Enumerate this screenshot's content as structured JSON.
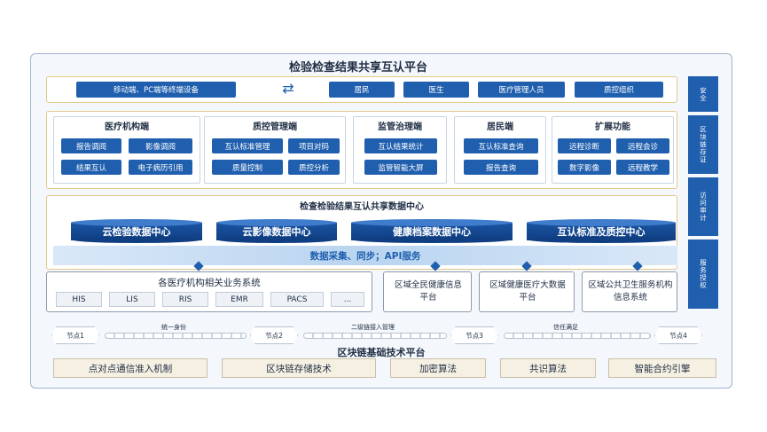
{
  "title": "检验检查结果共享互认平台",
  "top_row": {
    "terminal": "移动端、PC端等终端设备",
    "arrows": "⇄",
    "roles": [
      "居民",
      "医生",
      "医疗管理人员",
      "质控组织"
    ]
  },
  "columns": [
    {
      "title": "医疗机构端",
      "items": [
        "报告调阅",
        "影像调阅",
        "结果互认",
        "电子病历引用"
      ]
    },
    {
      "title": "质控管理端",
      "items": [
        "互认标准管理",
        "项目对码",
        "质量控制",
        "质控分析"
      ]
    },
    {
      "title": "监管治理端",
      "items": [
        "互认结果统计",
        "监管智能大屏"
      ]
    },
    {
      "title": "居民端",
      "items": [
        "互认标准查询",
        "报告查询"
      ]
    },
    {
      "title": "扩展功能",
      "items": [
        "远程诊断",
        "远程会诊",
        "数字影像",
        "远程教学"
      ]
    }
  ],
  "data_center": {
    "title": "检查检验结果互认共享数据中心",
    "cylinders": [
      "云检验数据中心",
      "云影像数据中心",
      "健康档案数据中心",
      "互认标准及质控中心"
    ],
    "bar": "数据采集、同步；API服务"
  },
  "systems": {
    "title": "各医疗机构相关业务系统",
    "tags": [
      "HIS",
      "LIS",
      "RIS",
      "EMR",
      "PACS",
      "..."
    ],
    "platforms": [
      "区域全民健康信息平台",
      "区域健康医疗大数据平台",
      "区域公共卫生服务机构信息系统"
    ]
  },
  "side_labels": [
    "安全",
    "区块链存证",
    "访问审计",
    "服务授权"
  ],
  "blockchain": {
    "nodes": [
      "节点1",
      "节点2",
      "节点3",
      "节点4"
    ],
    "links": [
      "统一身份",
      "二级链接入管理",
      "信任满足"
    ],
    "title": "区块链基础技术平台",
    "foot": [
      "点对点通信准入机制",
      "区块链存储技术",
      "加密算法",
      "共识算法",
      "智能合约引擎"
    ]
  },
  "colors": {
    "primary": "#1f5fae",
    "accent_border": "#e3c98a"
  }
}
